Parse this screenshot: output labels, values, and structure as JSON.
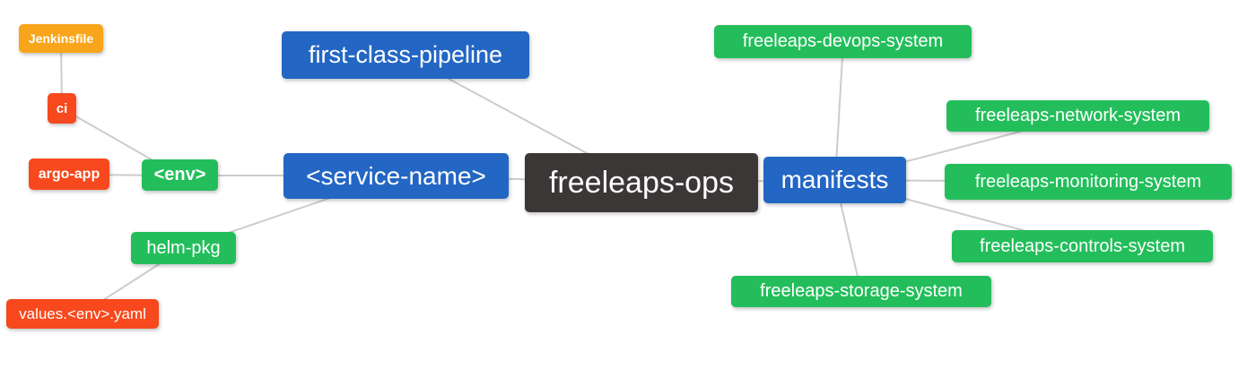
{
  "diagram": {
    "type": "mindmap",
    "root_label": "freeleaps-ops",
    "nodes": {
      "jenkinsfile": {
        "label": "Jenkinsfile",
        "color": "#f9a51b"
      },
      "ci": {
        "label": "ci",
        "color": "#f7491d"
      },
      "argo_app": {
        "label": "argo-app",
        "color": "#f7491d"
      },
      "env": {
        "label": "<env>",
        "color": "#23be5b"
      },
      "helm_pkg": {
        "label": "helm-pkg",
        "color": "#23be5b"
      },
      "values_yaml": {
        "label": "values.<env>.yaml",
        "color": "#f7491d"
      },
      "pipeline": {
        "label": "first-class-pipeline",
        "color": "#2366c4"
      },
      "service": {
        "label": "<service-name>",
        "color": "#2366c4"
      },
      "ops": {
        "label": "freeleaps-ops",
        "color": "#3b3737"
      },
      "manifests": {
        "label": "manifests",
        "color": "#2366c4"
      },
      "devops": {
        "label": "freeleaps-devops-system",
        "color": "#23be5b"
      },
      "network": {
        "label": "freeleaps-network-system",
        "color": "#23be5b"
      },
      "monitoring": {
        "label": "freeleaps-monitoring-system",
        "color": "#23be5b"
      },
      "controls": {
        "label": "freeleaps-controls-system",
        "color": "#23be5b"
      },
      "storage": {
        "label": "freeleaps-storage-system",
        "color": "#23be5b"
      }
    },
    "edges": [
      [
        "jenkinsfile",
        "ci"
      ],
      [
        "ci",
        "env"
      ],
      [
        "argo_app",
        "env"
      ],
      [
        "env",
        "service"
      ],
      [
        "helm_pkg",
        "service"
      ],
      [
        "values_yaml",
        "helm_pkg"
      ],
      [
        "service",
        "ops"
      ],
      [
        "pipeline",
        "ops"
      ],
      [
        "ops",
        "manifests"
      ],
      [
        "manifests",
        "devops"
      ],
      [
        "manifests",
        "network"
      ],
      [
        "manifests",
        "monitoring"
      ],
      [
        "manifests",
        "controls"
      ],
      [
        "manifests",
        "storage"
      ]
    ],
    "palette": {
      "orange": "#f9a51b",
      "red": "#f7491d",
      "green": "#23be5b",
      "blue": "#2366c4",
      "dark": "#3b3737",
      "edge_line": "#cccccc",
      "node_text": "#ffffff",
      "background": "#ffffff"
    }
  }
}
